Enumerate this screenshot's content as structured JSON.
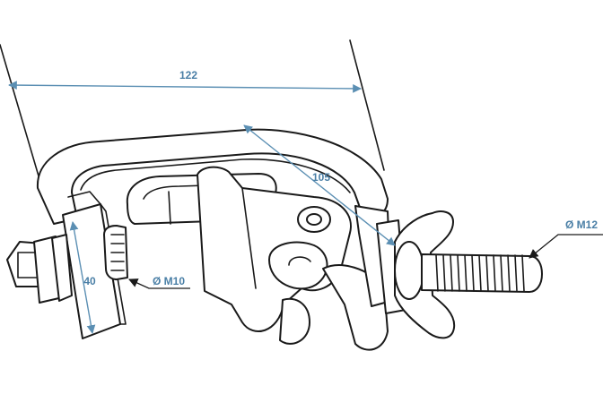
{
  "dimensions": {
    "width_label": "122",
    "reach_label": "105",
    "jaw_label": "40",
    "bolt_m10_label": "Ø M10",
    "bolt_m12_label": "Ø M12"
  },
  "colors": {
    "dimension_line": "#5b8fb3",
    "dimension_text": "#4a7fa6",
    "outline": "#1a1a1a"
  }
}
